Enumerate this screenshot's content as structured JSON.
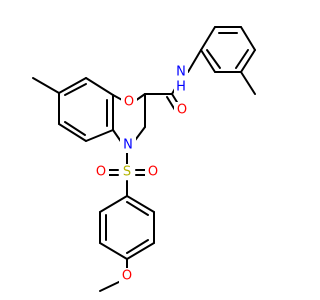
{
  "molecule": {
    "colors": {
      "carbon": "#000000",
      "oxygen": "#ff0000",
      "nitrogen": "#0000ff",
      "sulfur": "#b2b200",
      "background": "#ffffff"
    },
    "atoms": {
      "nh": "N",
      "nh_h": "H",
      "amide_o": "O",
      "ring_o": "O",
      "ring_n": "N",
      "s": "S",
      "so_left": "O",
      "so_right": "O",
      "methoxy_o": "O"
    }
  }
}
